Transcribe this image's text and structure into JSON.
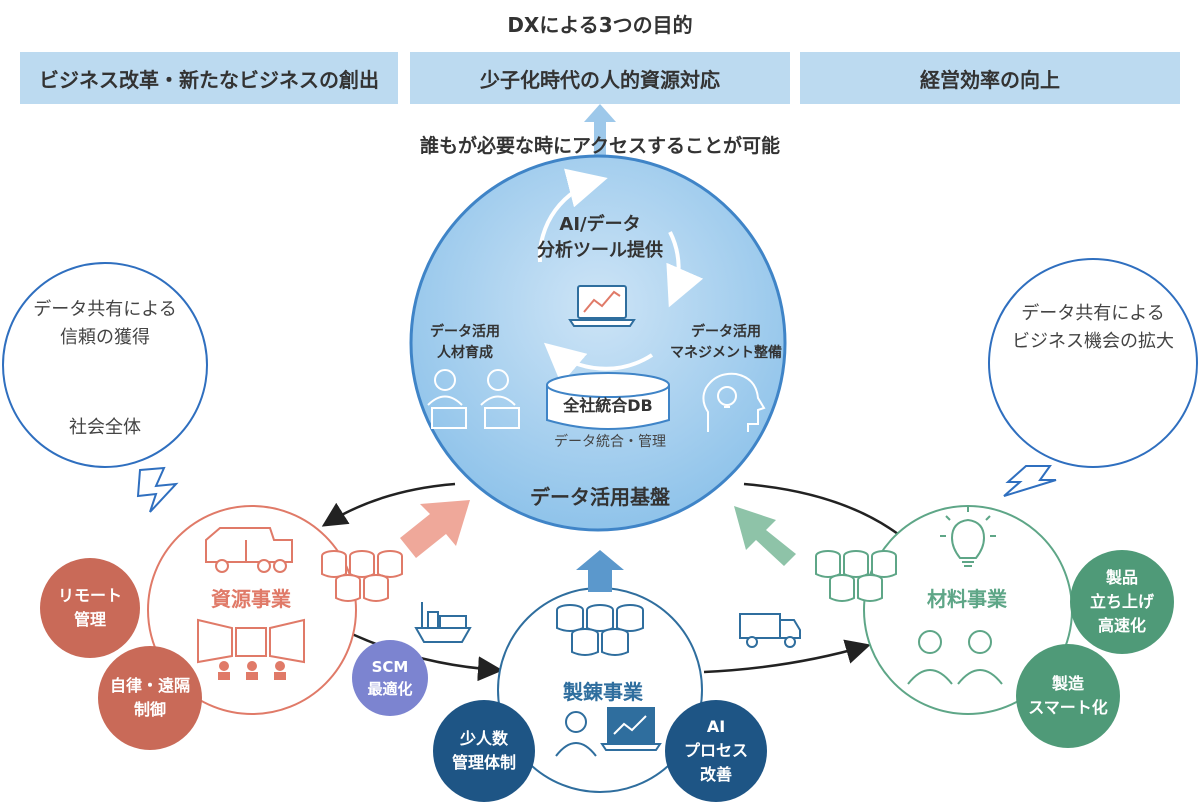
{
  "title": "DXによる3つの目的",
  "goals": [
    "ビジネス改革・新たなビジネスの創出",
    "少子化時代の人的資源対応",
    "経営効率の向上"
  ],
  "subtitle": "誰もが必要な時にアクセスすることが可能",
  "center": {
    "ai_tools_line1": "AI/データ",
    "ai_tools_line2": "分析ツール提供",
    "hr_line1": "データ活用",
    "hr_line2": "人材育成",
    "mgmt_line1": "データ活用",
    "mgmt_line2": "マネジメント整備",
    "db_label": "全社統合DB",
    "db_caption": "データ統合・管理",
    "platform_label": "データ活用基盤"
  },
  "bubble_left": {
    "line1": "データ共有による",
    "line2": "信頼の獲得",
    "line3": "社会全体"
  },
  "bubble_right": {
    "line1": "データ共有による",
    "line2": "ビジネス機会の拡大"
  },
  "resources": {
    "label": "資源事業",
    "remote_line1": "リモート",
    "remote_line2": "管理",
    "auto_line1": "自律・遠隔",
    "auto_line2": "制御"
  },
  "scm": {
    "line1": "SCM",
    "line2": "最適化"
  },
  "smelting": {
    "label": "製錬事業",
    "few_line1": "少人数",
    "few_line2": "管理体制",
    "ai_line1": "AI",
    "ai_line2": "プロセス",
    "ai_line3": "改善"
  },
  "materials": {
    "label": "材料事業",
    "launch_line1": "製品",
    "launch_line2": "立ち上げ",
    "launch_line3": "高速化",
    "smart_line1": "製造",
    "smart_line2": "スマート化"
  },
  "colors": {
    "goal_bg": "#bcdaf0",
    "center_fill": "#8fc3ea",
    "resources": "#e07a68",
    "resources_dark": "#c96a58",
    "smelting": "#2f6e9e",
    "smelting_dark": "#1e5585",
    "materials": "#5ea687",
    "materials_dark": "#4f9a78",
    "scm": "#7c84d0",
    "bubble_border": "#2f6fbf"
  },
  "icons": [
    "laptop-chart-icon",
    "person-laptop-icon",
    "lightbulb-head-icon",
    "database-icon",
    "city-buildings-icon",
    "factory-icon",
    "lightning-icon",
    "dump-truck-icon",
    "ship-icon",
    "truck-icon",
    "lightbulb-icon",
    "control-room-icon",
    "people-icon"
  ]
}
